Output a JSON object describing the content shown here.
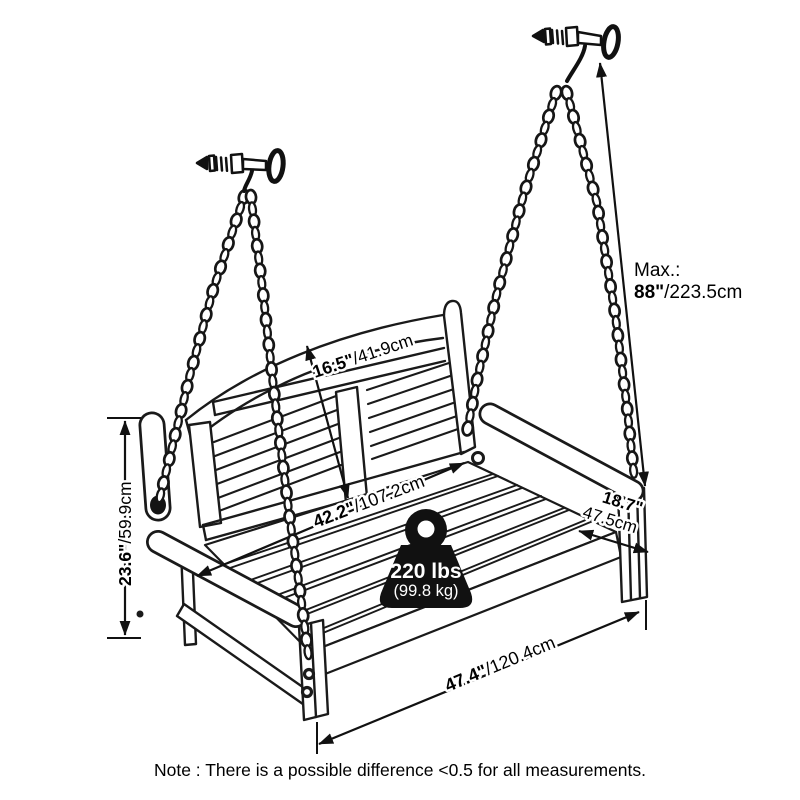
{
  "diagram": {
    "note": "Note : There is a possible difference <0.5 for all measurements.",
    "weight_capacity": {
      "lbs": "220 lbs",
      "kg": "(99.8 kg)",
      "icon": "weight-kettlebell-icon"
    },
    "dimensions": {
      "backrest_height": {
        "in": "16.5\"",
        "cm": "/41.9cm"
      },
      "seat_width": {
        "in": "42.2\"",
        "cm": "/107.2cm"
      },
      "side_height": {
        "in": "23.6\"",
        "cm": "/59.9cm"
      },
      "seat_depth": {
        "in": "18.7\"",
        "cm": "47.5cm"
      },
      "overall_length": {
        "in": "47.4\"",
        "cm": "/120.4cm"
      },
      "chain_length": {
        "label": "Max.:",
        "in": "88\"",
        "cm": "/223.5cm"
      }
    },
    "colors": {
      "line": "#1a1a1a",
      "text": "#000000",
      "background": "#ffffff"
    }
  }
}
